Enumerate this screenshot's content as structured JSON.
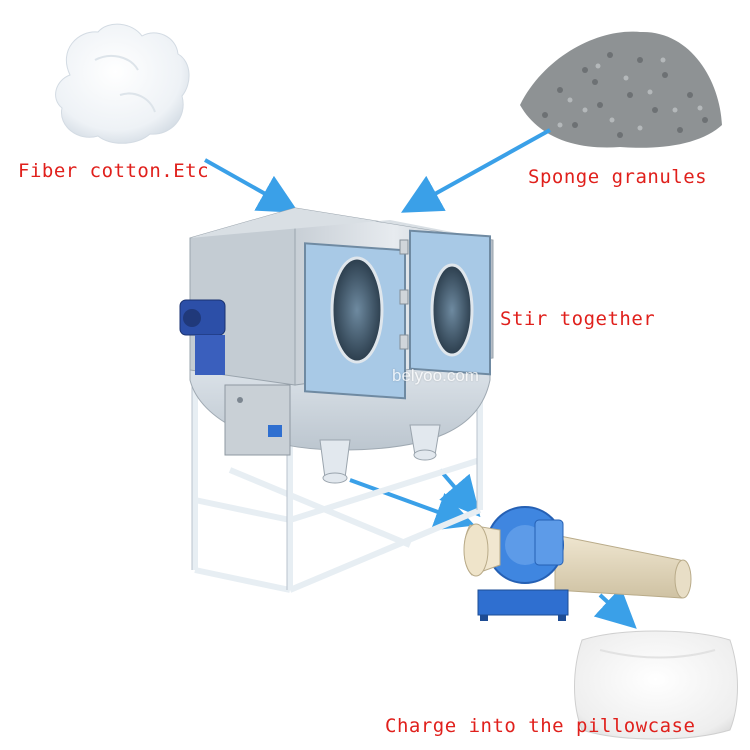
{
  "labels": {
    "fiber": "Fiber cotton.Etc",
    "sponge": "Sponge granules",
    "stir": "Stir together",
    "charge": "Charge into the pillowcase"
  },
  "watermark": "belyoo.com",
  "colors": {
    "label": "#e0201c",
    "arrow": "#3aa0e8"
  },
  "images": [
    {
      "name": "fiber-cotton-image",
      "subject": "white fiber cotton"
    },
    {
      "name": "sponge-granules-image",
      "subject": "grey sponge granules"
    },
    {
      "name": "mixing-machine-image",
      "subject": "stainless steel mixing machine with two round windows"
    },
    {
      "name": "filling-blower-image",
      "subject": "blower pillow filling machine"
    },
    {
      "name": "pillow-image",
      "subject": "white pillow"
    }
  ]
}
